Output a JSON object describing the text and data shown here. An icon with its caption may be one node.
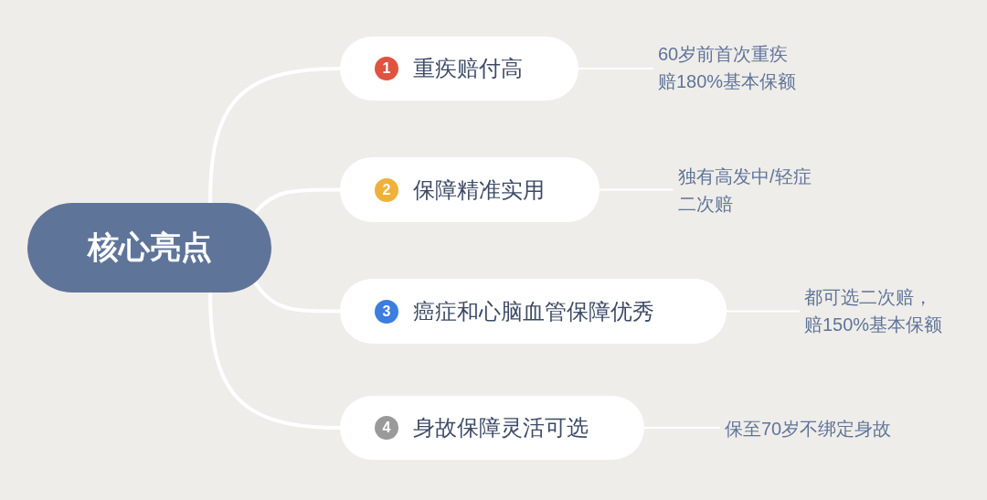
{
  "diagram": {
    "nodes": [
      {
        "text": [
          "核心亮点"
        ]
      },
      {
        "text": [
          "1",
          "重疾赔付高"
        ]
      },
      {
        "text": [
          "2",
          "保障精准实用"
        ]
      },
      {
        "text": [
          "3",
          "癌症和心脑血管保障优秀"
        ]
      },
      {
        "text": [
          "4",
          "身故保障灵活可选"
        ]
      },
      {
        "text": [
          "60岁前首次重疾赔180%基本保额"
        ]
      },
      {
        "text": [
          "独有高发中/轻症二次赔"
        ]
      },
      {
        "text": [
          "都可选二次赔，赔150%基本保额"
        ]
      },
      {
        "text": [
          "保至70岁不绑定身故"
        ]
      }
    ],
    "edges": [
      {
        "from": 0,
        "to": 1,
        "arrow": "none",
        "style": "thick"
      },
      {
        "from": 0,
        "to": 2,
        "arrow": "none",
        "style": "thick"
      },
      {
        "from": 0,
        "to": 3,
        "arrow": "none",
        "style": "thick"
      },
      {
        "from": 0,
        "to": 4,
        "arrow": "none",
        "style": "thick"
      },
      {
        "from": 1,
        "to": 5,
        "arrow": "none"
      },
      {
        "from": 2,
        "to": 6,
        "arrow": "none"
      },
      {
        "from": 3,
        "to": 7,
        "arrow": "none"
      },
      {
        "from": 4,
        "to": 8,
        "arrow": "none"
      }
    ]
  }
}
